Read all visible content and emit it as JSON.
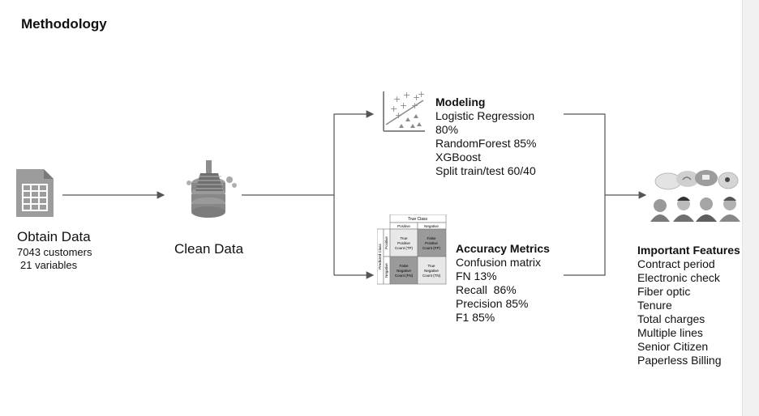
{
  "title": "Methodology",
  "obtain": {
    "label": "Obtain Data",
    "line1": "7043 customers",
    "line2": "21 variables"
  },
  "clean": {
    "label": "Clean Data"
  },
  "modeling": {
    "heading": "Modeling",
    "lines": [
      "Logistic Regression",
      "80%",
      "RandomForest 85%",
      "XGBoost",
      "Split train/test 60/40"
    ]
  },
  "accuracy": {
    "heading": "Accuracy Metrics",
    "lines": [
      "Confusion matrix",
      "FN 13%",
      "Recall  86%",
      "Precision 85%",
      "F1 85%"
    ]
  },
  "features": {
    "heading": "Important Features",
    "items": [
      "Contract period",
      "Electronic check",
      "Fiber optic",
      "Tenure",
      "Total charges",
      "Multiple lines",
      "Senior Citizen",
      "Paperless Billing"
    ]
  },
  "confusion": {
    "true_class": "True Class",
    "positive": "Positive",
    "negative": "Negative",
    "predicted_class": "Predicted Class",
    "tp": [
      "True",
      "Positive",
      "Count (TP)"
    ],
    "fp": [
      "False",
      "Positive",
      "Count (FP)"
    ],
    "fn": [
      "False",
      "Negative",
      "Count (FN)"
    ],
    "tn": [
      "True",
      "Negative",
      "Count (TN)"
    ]
  },
  "icons": {
    "obtain": "spreadsheet-icon",
    "clean": "database-broom-icon",
    "modeling": "scatter-plot-icon",
    "features": "people-chat-icon"
  },
  "colors": {
    "line": "#555555",
    "icon_gray": "#8a8a8a",
    "cell_dark": "#9a9a9a",
    "cell_light": "#e8e8e8"
  }
}
